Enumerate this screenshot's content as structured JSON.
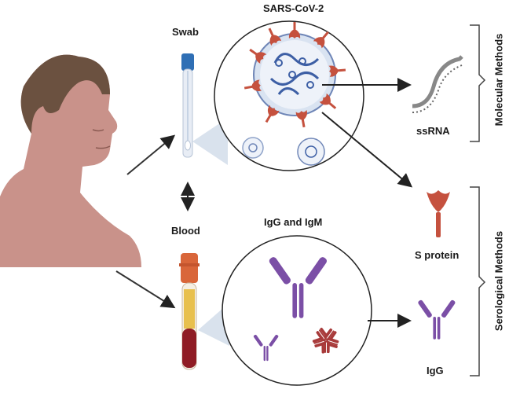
{
  "labels": {
    "virus": "SARS-CoV-2",
    "swab": "Swab",
    "blood": "Blood",
    "antibodies": "IgG and IgM",
    "ssrna": "ssRNA",
    "s_protein": "S protein",
    "igg": "IgG",
    "molecular": "Molecular Methods",
    "serological": "Serological Methods"
  },
  "colors": {
    "skin": "#c9928a",
    "hair": "#6b5140",
    "virus_blue": "#3d5fa5",
    "spike_red": "#c5513e",
    "antibody_purple": "#7b4fa6",
    "antibody_red": "#a83a3a",
    "blood_red": "#8f1c24",
    "serum_yellow": "#e8c04e",
    "tube_cap_blue": "#2f6fb5",
    "tube_cap_orange": "#d9663a",
    "arrow": "#222222"
  }
}
